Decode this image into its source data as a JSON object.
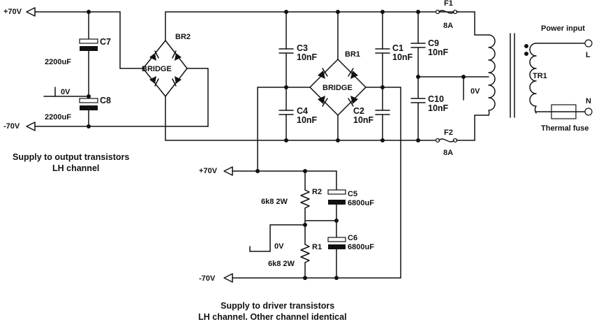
{
  "rails": {
    "pos70": "+70V",
    "neg70": "-70V",
    "zero": "0V"
  },
  "output_supply": {
    "c7": {
      "ref": "C7",
      "value": "2200uF"
    },
    "c8": {
      "ref": "C8",
      "value": "2200uF"
    },
    "bridge": {
      "ref": "BR2",
      "text": "BRIDGE"
    },
    "caption_line1": "Supply to output transistors",
    "caption_line2": "LH channel"
  },
  "main_bridge": {
    "bridge": {
      "ref": "BR1",
      "text": "BRIDGE"
    },
    "c1": {
      "ref": "C1",
      "value": "10nF"
    },
    "c2": {
      "ref": "C2",
      "value": "10nF"
    },
    "c3": {
      "ref": "C3",
      "value": "10nF"
    },
    "c4": {
      "ref": "C4",
      "value": "10nF"
    },
    "c9": {
      "ref": "C9",
      "value": "10nF"
    },
    "c10": {
      "ref": "C10",
      "value": "10nF"
    }
  },
  "mains": {
    "f1": {
      "ref": "F1",
      "value": "8A"
    },
    "f2": {
      "ref": "F2",
      "value": "8A"
    },
    "transformer": "TR1",
    "power_input": "Power input",
    "live": "L",
    "neutral": "N",
    "thermal_fuse": "Thermal fuse"
  },
  "driver_supply": {
    "r1": {
      "ref": "R1",
      "value": "6k8 2W"
    },
    "r2": {
      "ref": "R2",
      "value": "6k8 2W"
    },
    "c5": {
      "ref": "C5",
      "value": "6800uF"
    },
    "c6": {
      "ref": "C6",
      "value": "6800uF"
    },
    "caption_line1": "Supply to driver transistors",
    "caption_line2": "LH channel. Other channel identical"
  }
}
